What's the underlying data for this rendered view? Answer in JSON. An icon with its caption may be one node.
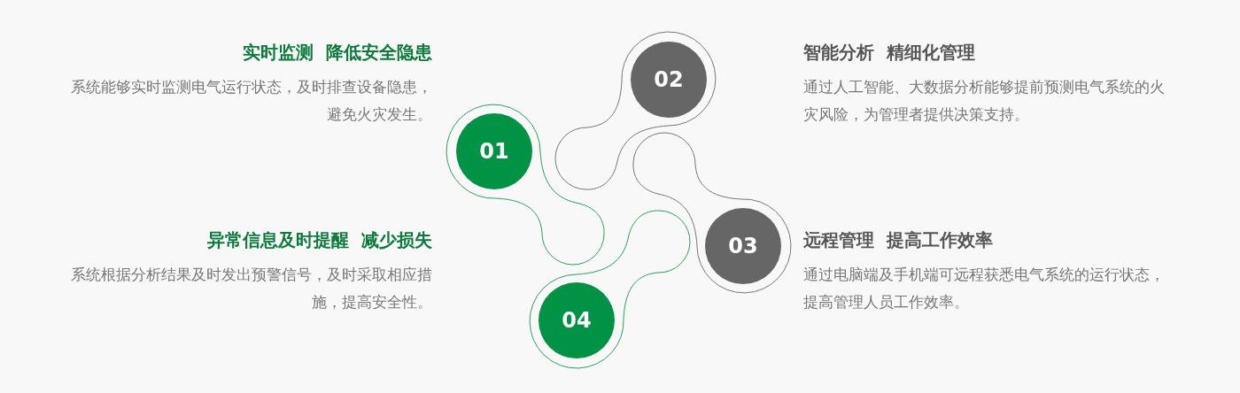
{
  "diagram": {
    "nodes": [
      {
        "text": [
          "01"
        ],
        "beside": [
          "实时监测  降低安全隐患",
          "系统能够实时监测电气运行状态，及时排查设备隐患，避免火灾发生。"
        ]
      },
      {
        "text": [
          "02"
        ],
        "beside": [
          "智能分析  精细化管理",
          "通过人工智能、大数据分析能够提前预测电气系统的火灾风险，为管理者提供决策支持。"
        ]
      },
      {
        "text": [
          "03"
        ],
        "beside": [
          "远程管理  提高工作效率",
          "通过电脑端及手机端可远程获悉电气系统的运行状态，提高管理人员工作效率。"
        ]
      },
      {
        "text": [
          "04"
        ],
        "beside": [
          "异常信息及时提醒  减少损失",
          "系统根据分析结果及时发出预警信号，及时采取相应措施，提高安全性。"
        ]
      }
    ],
    "edges": []
  }
}
